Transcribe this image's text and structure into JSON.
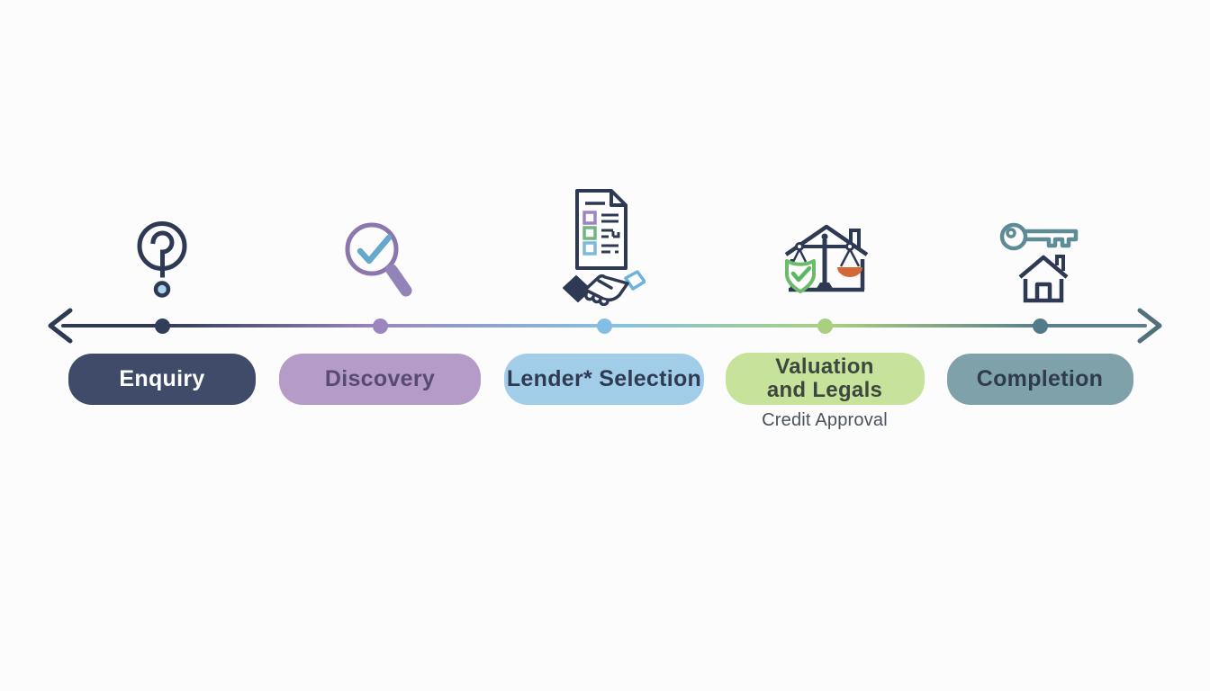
{
  "page": {
    "background": "#fcfcfd"
  },
  "diagram": {
    "stages": [
      {
        "label": "Enquiry",
        "icon": "question-mark-icon",
        "colors": {
          "pill_bg": "#3f4b68",
          "text": "#ffffff",
          "dot": "#323e58"
        }
      },
      {
        "label": "Discovery",
        "icon": "magnifier-check-icon",
        "colors": {
          "pill_bg": "#b59bc8",
          "text": "#584a74",
          "dot": "#9b86bd"
        }
      },
      {
        "label": "Lender* Selection",
        "icon": "document-handshake-icon",
        "colors": {
          "pill_bg": "#a2cde9",
          "text": "#2f3b52",
          "dot": "#82bfe3"
        }
      },
      {
        "label": "Valuation and Legals",
        "label_lines": [
          "Valuation",
          "and Legals"
        ],
        "sublabel": "Credit Approval",
        "icon": "house-scales-shield-icon",
        "colors": {
          "pill_bg": "#c6e29b",
          "text": "#3d463f",
          "dot": "#a9d07f"
        }
      },
      {
        "label": "Completion",
        "icon": "key-house-icon",
        "colors": {
          "pill_bg": "#7fa2aa",
          "text": "#2f3b4e",
          "dot": "#527a88"
        }
      }
    ],
    "timeline": {
      "gradient": [
        "#2e3a54",
        "#9b86bd",
        "#85c0e2",
        "#a9d07f",
        "#5d7f8c"
      ],
      "left_arrow_color": "#2e3a54",
      "right_arrow_color": "#52707c"
    }
  }
}
